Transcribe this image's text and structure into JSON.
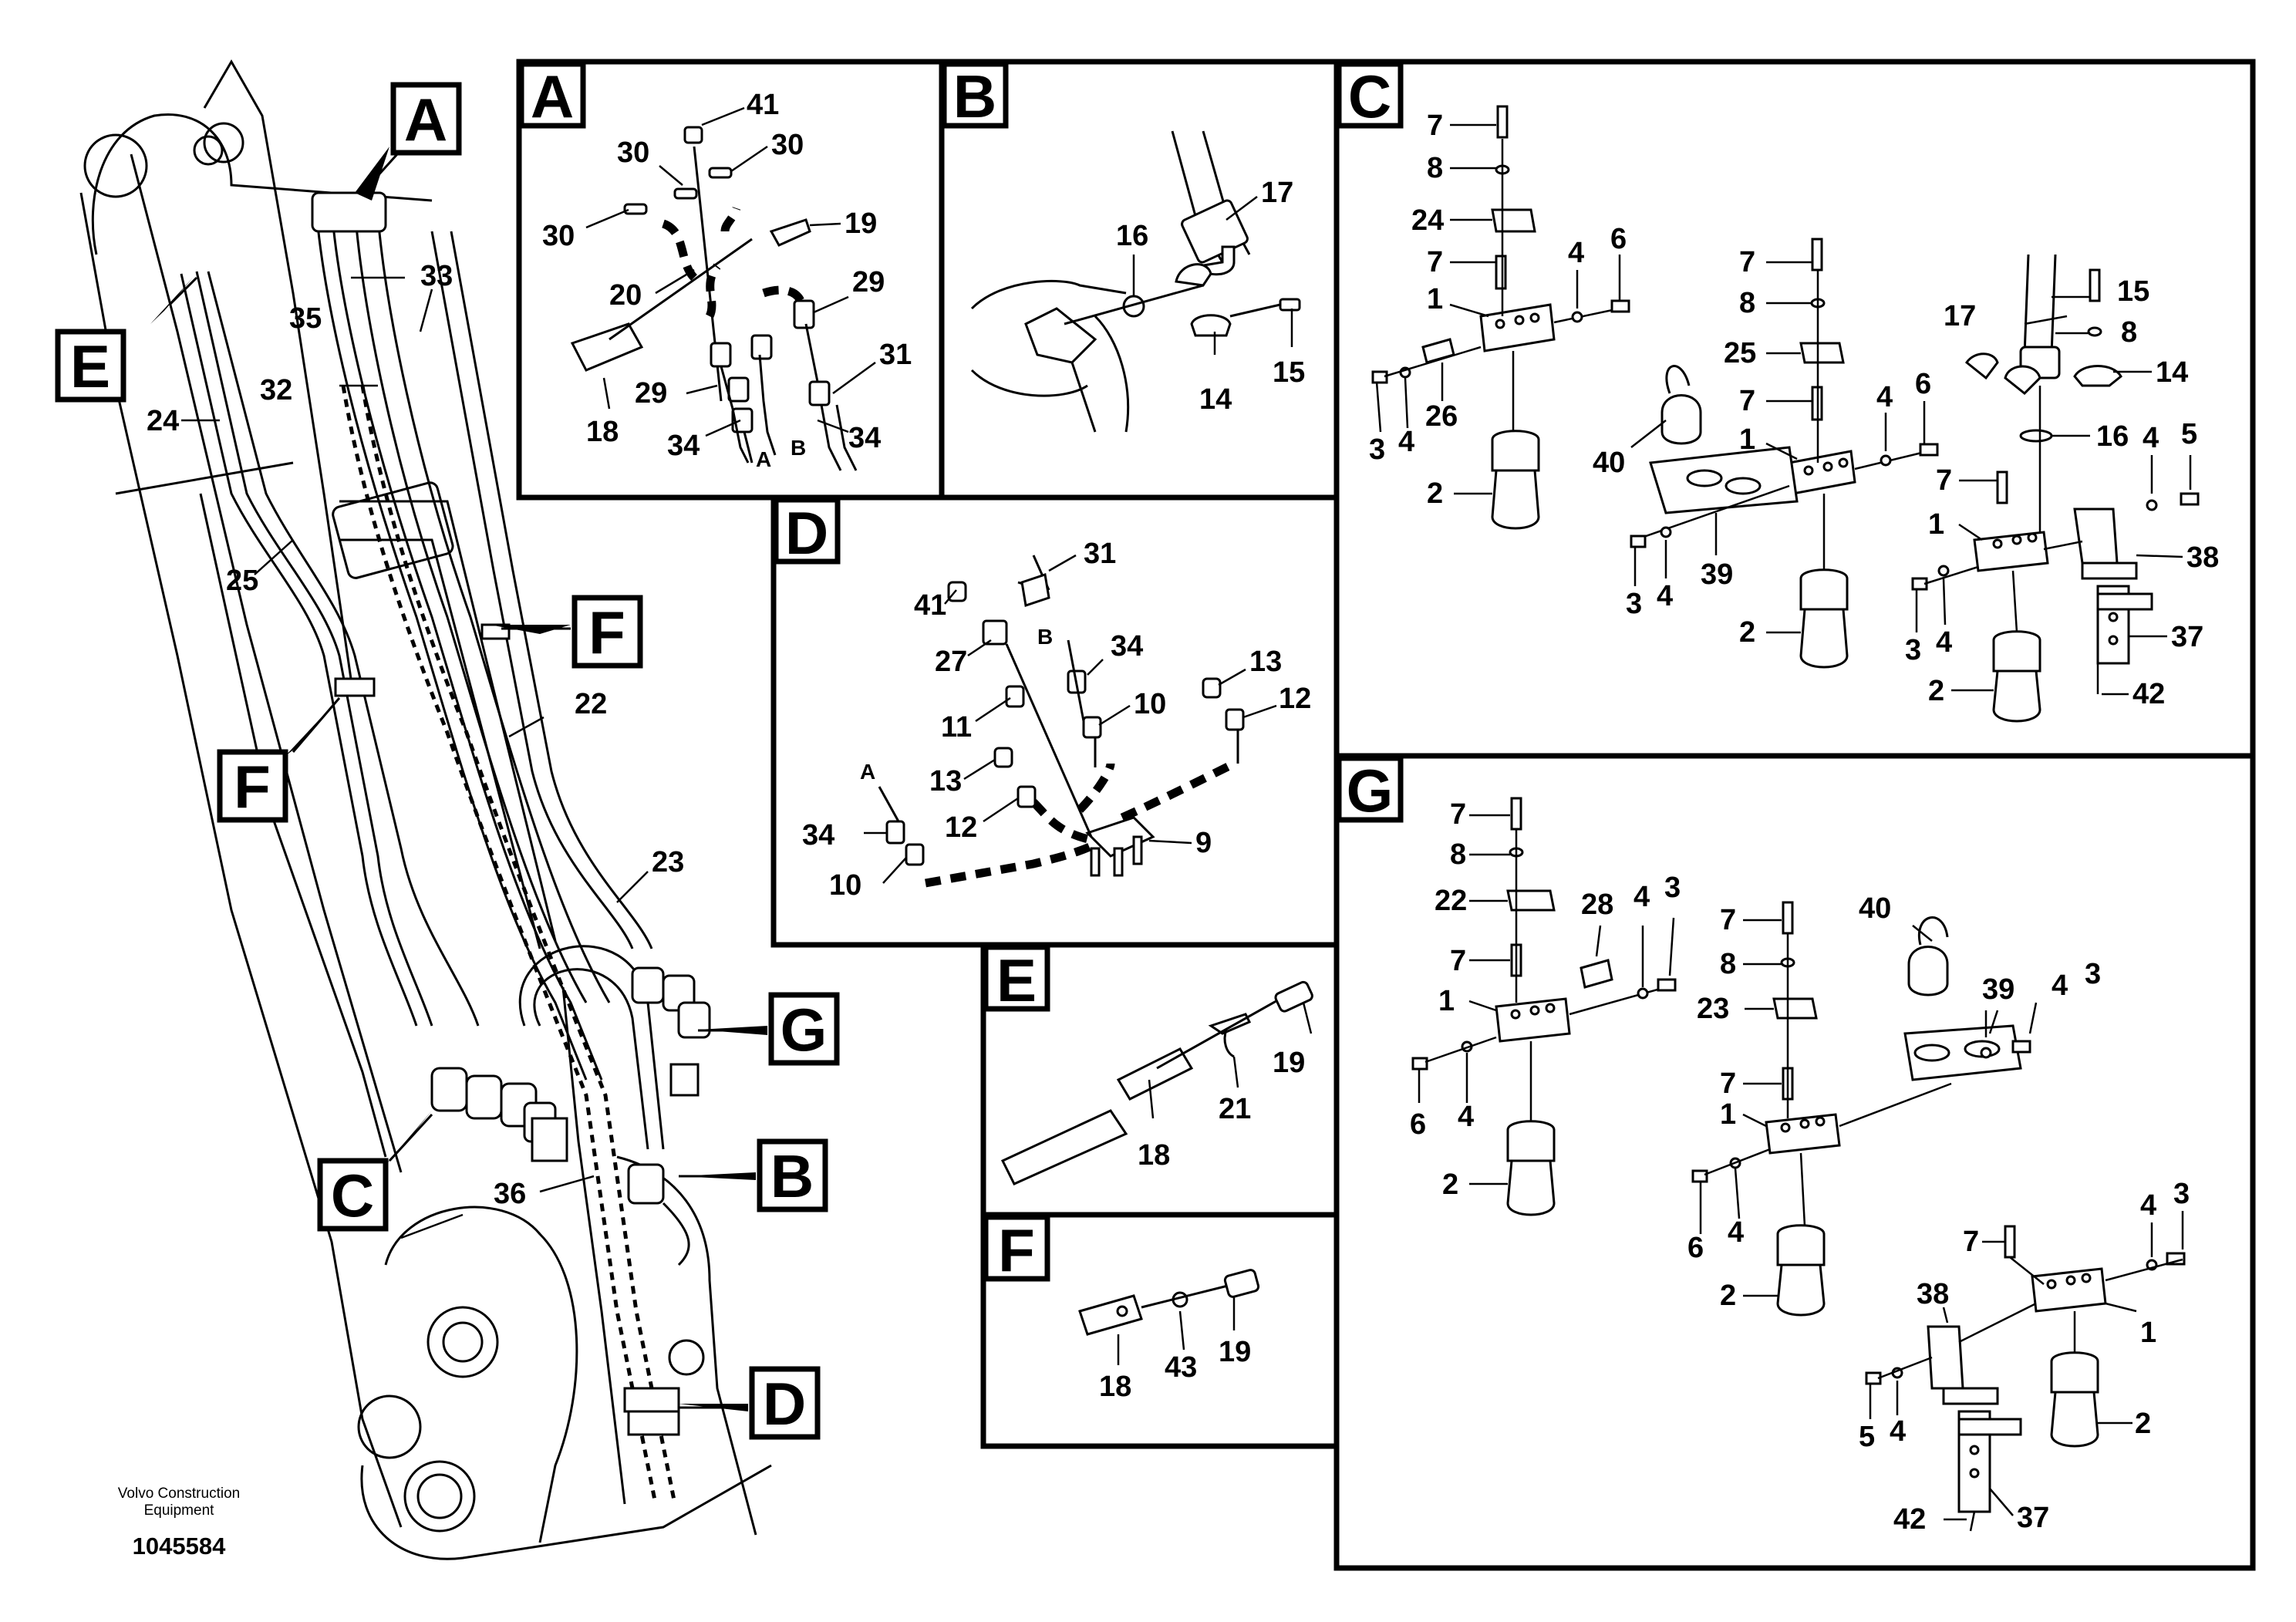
{
  "callouts": {
    "A": "A",
    "B": "B",
    "C": "C",
    "D": "D",
    "E": "E",
    "F": "F",
    "G": "G"
  },
  "overview": {
    "labels": {
      "n33": "33",
      "n35": "35",
      "n32": "32",
      "n24": "24",
      "n25": "25",
      "n22": "22",
      "n23": "23",
      "n36": "36"
    }
  },
  "panel_a": {
    "letter": "A",
    "labels": {
      "n41": "41",
      "n30a": "30",
      "n30b": "30",
      "n30c": "30",
      "n19": "19",
      "n20": "20",
      "n29a": "29",
      "n29b": "29",
      "n31": "31",
      "n18": "18",
      "n34a": "34",
      "n34b": "34",
      "ta": "A",
      "tb": "B"
    }
  },
  "panel_b": {
    "letter": "B",
    "labels": {
      "n17": "17",
      "n16": "16",
      "n15": "15",
      "n14": "14"
    }
  },
  "panel_c": {
    "letter": "C",
    "labels": {
      "a7": "7",
      "a8": "8",
      "a24": "24",
      "a7b": "7",
      "a4": "4",
      "a6": "6",
      "a1": "1",
      "a3": "3",
      "a4b": "4",
      "a26": "26",
      "a2": "2",
      "b7": "7",
      "b8": "8",
      "b25": "25",
      "b7b": "7",
      "b4": "4",
      "b6": "6",
      "b1": "1",
      "b40": "40",
      "b3": "3",
      "b4b": "4",
      "b39": "39",
      "b2": "2",
      "c17": "17",
      "c15": "15",
      "c8": "8",
      "c14": "14",
      "c16": "16",
      "c4": "4",
      "c5": "5",
      "c7": "7",
      "c1": "1",
      "c38": "38",
      "c3": "3",
      "c4b": "4",
      "c37": "37",
      "c2": "2",
      "c42": "42"
    }
  },
  "panel_d": {
    "letter": "D",
    "labels": {
      "n31": "31",
      "n41": "41",
      "n27": "27",
      "tb": "B",
      "n34b": "34",
      "n13a": "13",
      "n12a": "12",
      "n11": "11",
      "n10a": "10",
      "ta": "A",
      "n13b": "13",
      "n34a": "34",
      "n12b": "12",
      "n9": "9",
      "n10b": "10"
    }
  },
  "panel_e": {
    "letter": "E",
    "labels": {
      "n19": "19",
      "n21": "21",
      "n18": "18"
    }
  },
  "panel_f": {
    "letter": "F",
    "labels": {
      "n18": "18",
      "n43": "43",
      "n19": "19"
    }
  },
  "panel_g": {
    "letter": "G",
    "labels": {
      "a7": "7",
      "a8": "8",
      "a22": "22",
      "a28": "28",
      "a4": "4",
      "a3": "3",
      "a7b": "7",
      "a1": "1",
      "a6": "6",
      "a4b": "4",
      "a2": "2",
      "b7": "7",
      "b8": "8",
      "b23": "23",
      "b40": "40",
      "b39": "39",
      "b4": "4",
      "b3": "3",
      "b7b": "7",
      "b1": "1",
      "b6": "6",
      "b4b": "4",
      "b2": "2",
      "c38": "38",
      "c7": "7",
      "c4": "4",
      "c3": "3",
      "c1": "1",
      "c5": "5",
      "c4b": "4",
      "c2": "2",
      "c42": "42",
      "c37": "37"
    }
  },
  "footer": {
    "maker_line1": "Volvo Construction",
    "maker_line2": "Equipment",
    "doc_number": "1045584"
  }
}
